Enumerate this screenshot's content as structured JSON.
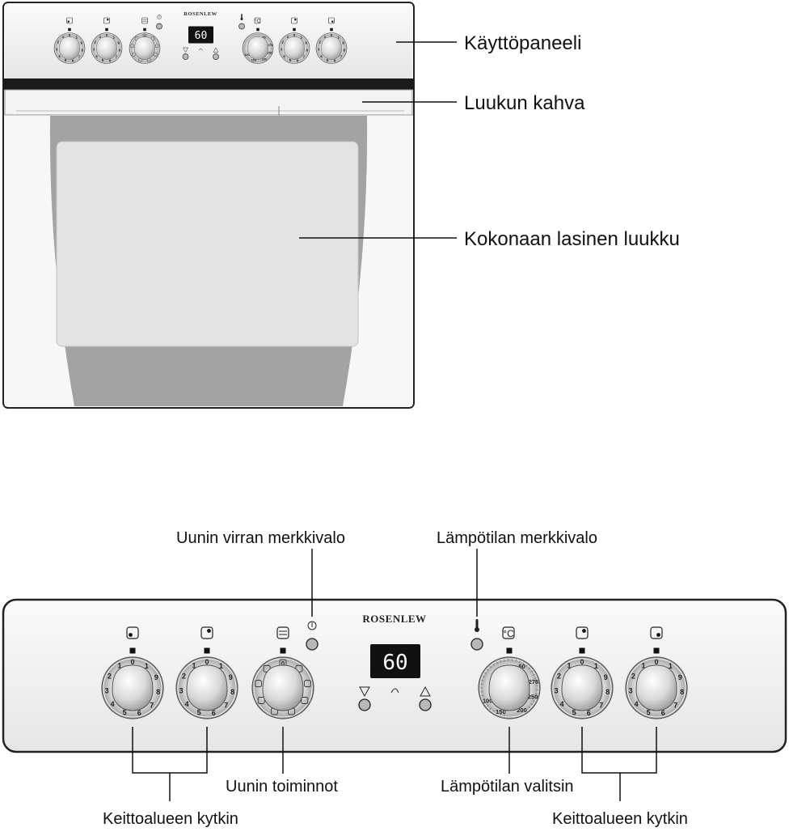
{
  "labels": {
    "control_panel": "Käyttöpaneeli",
    "door_handle": "Luukun kahva",
    "glass_door": "Kokonaan lasinen luukku",
    "power_light": "Uunin virran merkkivalo",
    "temp_light": "Lämpötilan merkkivalo",
    "oven_functions": "Uunin toiminnot",
    "temp_selector": "Lämpötilan valitsin",
    "hob_switch_left": "Keittoalueen kytkin",
    "hob_switch_right": "Keittoalueen kytkin"
  },
  "brand": "ROSENLEW",
  "display": "60",
  "hob_dial_numbers": [
    "0",
    "1",
    "9",
    "8",
    "7",
    "6",
    "5",
    "4",
    "3",
    "2",
    "1"
  ],
  "temp_dial_numbers": [
    "100",
    "150",
    "200",
    "250",
    "275",
    "50"
  ],
  "colors": {
    "panel": "#f2f2f2",
    "outline": "#222222",
    "door_frame": "#9a9a9a",
    "glass": "#e2e2e2",
    "display_bg": "#111111"
  }
}
